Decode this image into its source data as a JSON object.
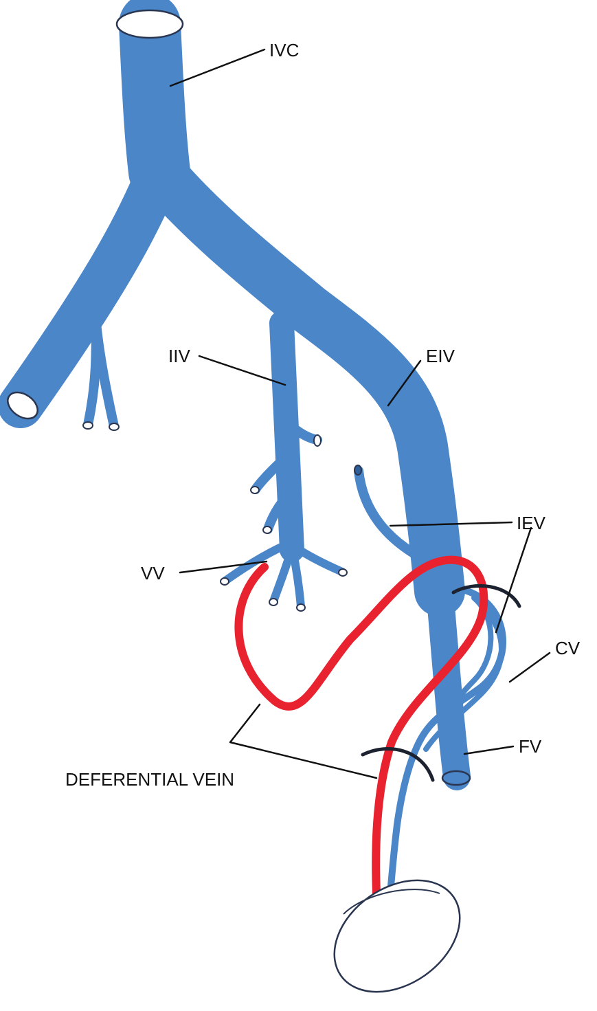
{
  "labels": {
    "ivc": "IVC",
    "iiv": "IIV",
    "eiv": "EIV",
    "iev": "IEV",
    "vv": "VV",
    "cv": "CV",
    "fv": "FV",
    "deferential": "DEFERENTIAL VEIN"
  },
  "colors": {
    "vein_blue": "#4a86c8",
    "vein_dark": "#2f5f9a",
    "artery_red": "#e8232f",
    "outline": "#2a3550",
    "testis": "#ffffff"
  }
}
